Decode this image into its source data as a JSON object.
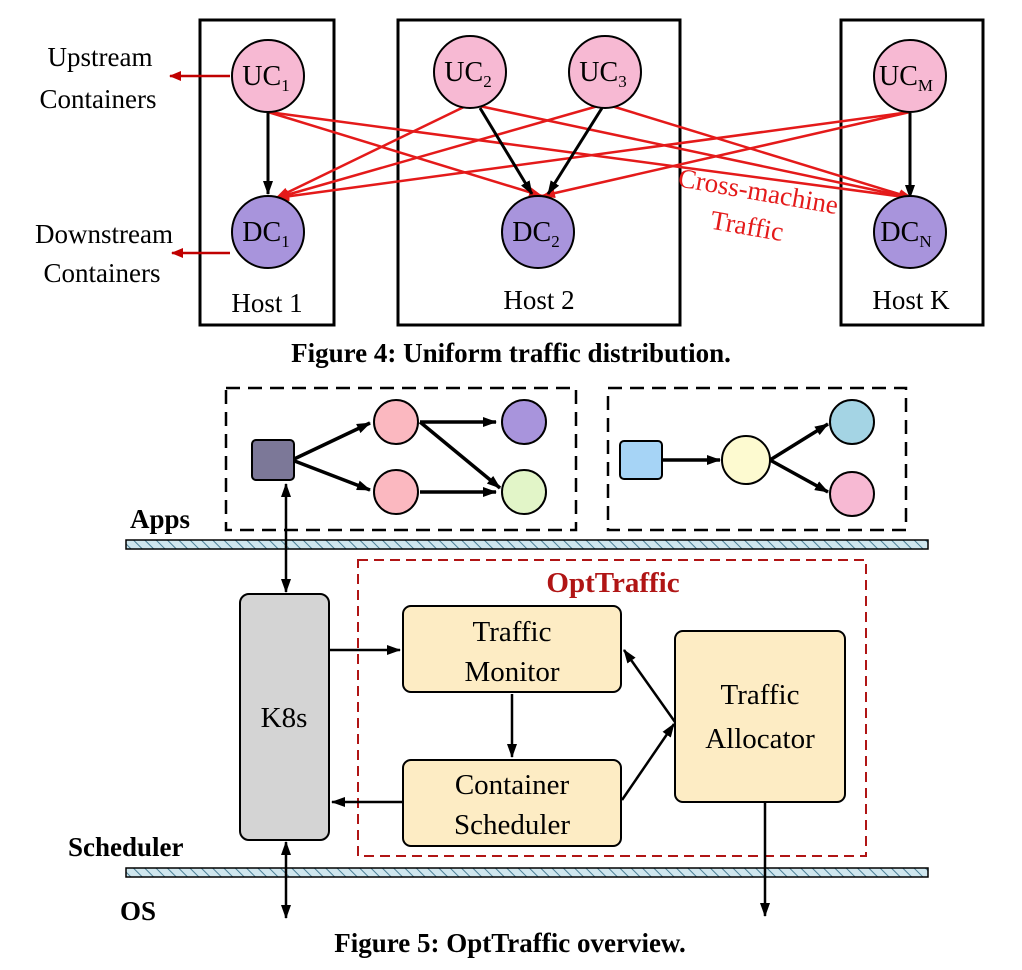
{
  "figure4": {
    "caption": "Figure 4: Uniform traffic distribution.",
    "left_labels": {
      "upstream_line1": "Upstream",
      "upstream_line2": "Containers",
      "downstream_line1": "Downstream",
      "downstream_line2": "Containers"
    },
    "hosts": [
      {
        "label": "Host 1"
      },
      {
        "label": "Host 2"
      },
      {
        "label": "Host K"
      }
    ],
    "nodes": {
      "uc1": {
        "base": "UC",
        "sub": "1"
      },
      "uc2": {
        "base": "UC",
        "sub": "2"
      },
      "uc3": {
        "base": "UC",
        "sub": "3"
      },
      "ucm": {
        "base": "UC",
        "sub": "M"
      },
      "dc1": {
        "base": "DC",
        "sub": "1"
      },
      "dc2": {
        "base": "DC",
        "sub": "2"
      },
      "dcn": {
        "base": "DC",
        "sub": "N"
      }
    },
    "annotation_line1": "Cross-machine",
    "annotation_line2": "Traffic",
    "colors": {
      "upstream_fill": "#f7b9d3",
      "downstream_fill": "#a894dc",
      "traffic_red": "#e41a1a",
      "label_arrow_red": "#c00000"
    }
  },
  "figure5": {
    "caption": "Figure 5: OptTraffic overview.",
    "layers": {
      "apps": "Apps",
      "scheduler": "Scheduler",
      "os": "OS"
    },
    "k8s": "K8s",
    "opttraffic_title": "OptTraffic",
    "traffic_monitor_line1": "Traffic",
    "traffic_monitor_line2": "Monitor",
    "container_scheduler_line1": "Container",
    "container_scheduler_line2": "Scheduler",
    "traffic_allocator_line1": "Traffic",
    "traffic_allocator_line2": "Allocator",
    "colors": {
      "module_fill": "#fdecc4",
      "k8s_fill": "#d4d4d4",
      "opttraffic_red": "#b01515",
      "app1_source": "#7c7898",
      "app1_mid": "#fbb8c0",
      "app1_sink_purple": "#a894dc",
      "app1_sink_green": "#e2f5c8",
      "app2_source": "#a6d4f6",
      "app2_mid": "#fdfad0",
      "app2_sink_blue": "#a4d4e4",
      "app2_sink_pink": "#f7b9d3"
    }
  }
}
